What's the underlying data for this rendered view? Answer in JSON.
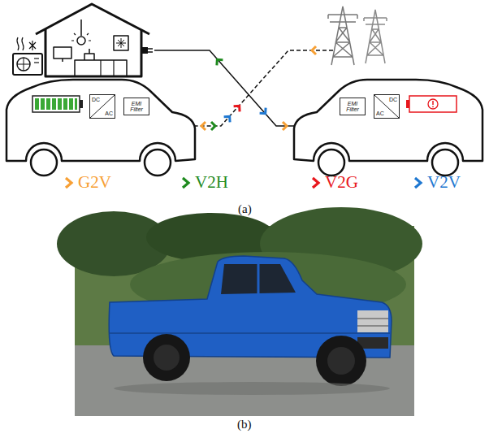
{
  "diagram": {
    "nodes": [
      {
        "text": [
          "DC",
          "AC"
        ]
      },
      {
        "text": [
          "EMI Filter"
        ]
      },
      {
        "text": [
          "EMI Filter"
        ]
      },
      {
        "text": [
          "DC",
          "AC"
        ]
      }
    ],
    "labels": [
      "(a)",
      "(b)"
    ],
    "legend": [
      {
        "text": "G2V",
        "color": "#f7a035"
      },
      {
        "text": "V2H",
        "color": "#1e8a1e"
      },
      {
        "text": "V2G",
        "color": "#e8161c"
      },
      {
        "text": "V2V",
        "color": "#1f78d1"
      }
    ]
  }
}
